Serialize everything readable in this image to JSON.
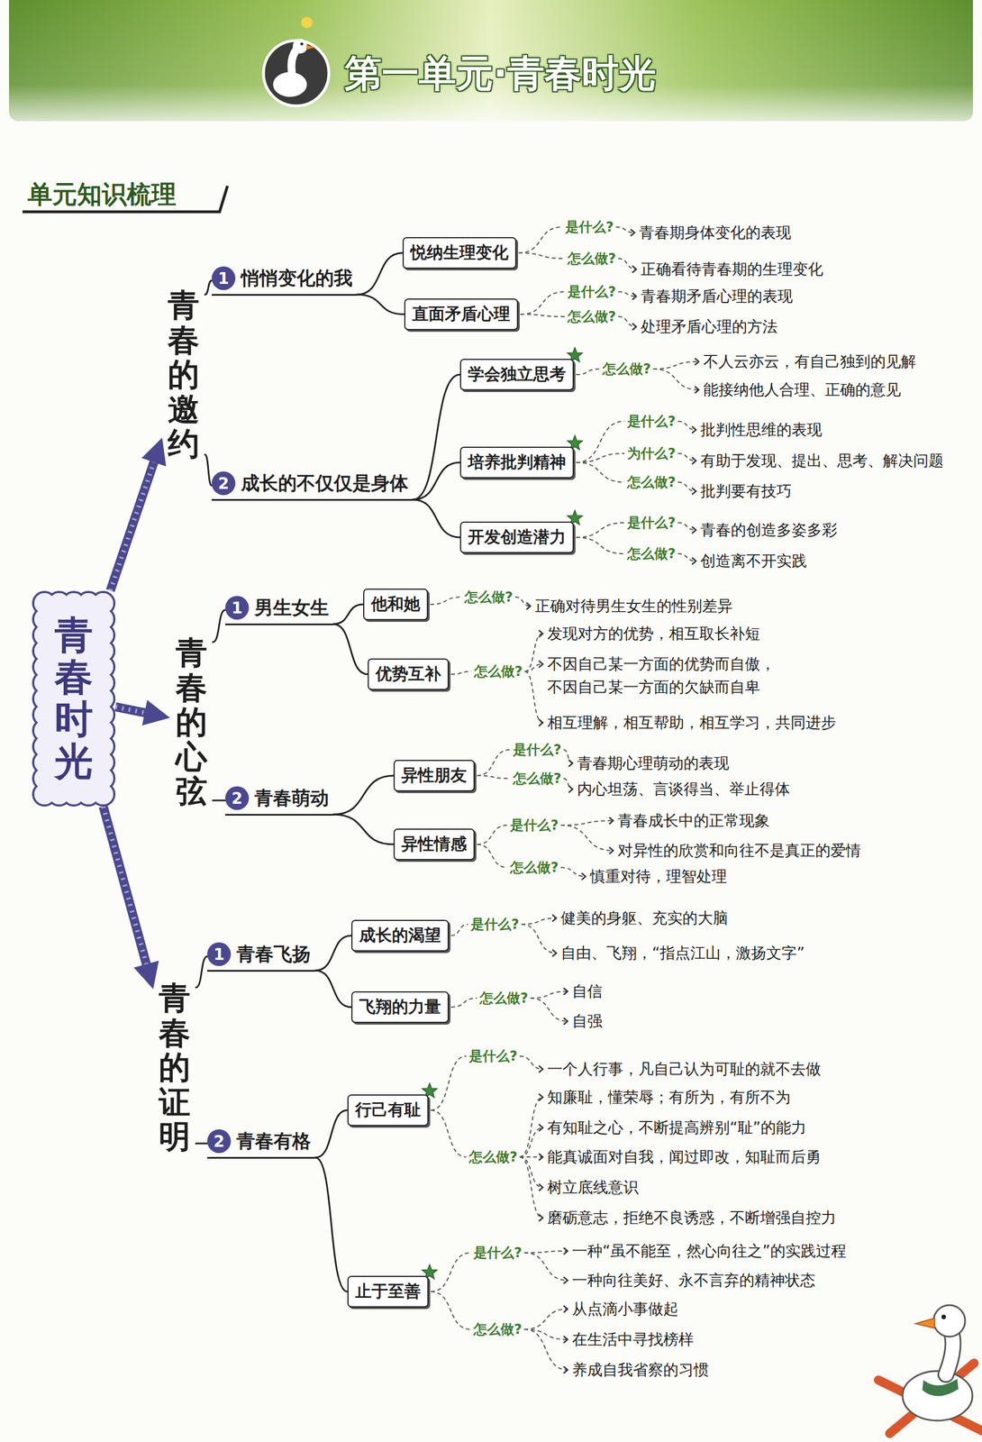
{
  "diagram": {
    "title": "第一单元·青春时光",
    "nodes": [
      {
        "text": [
          "青春时光"
        ]
      },
      {
        "text": [
          "青春的邀约"
        ]
      },
      {
        "text": [
          "1",
          "悄悄变化的我"
        ]
      },
      {
        "text": [
          "悦纳生理变化"
        ]
      },
      {
        "text": [
          "直面矛盾心理"
        ]
      },
      {
        "text": [
          "2",
          "成长的不仅仅是身体"
        ]
      },
      {
        "text": [
          "学会独立思考"
        ]
      },
      {
        "text": [
          "培养批判精神"
        ]
      },
      {
        "text": [
          "开发创造潜力"
        ]
      },
      {
        "text": [
          "青春的心弦"
        ]
      },
      {
        "text": [
          "1",
          "男生女生"
        ]
      },
      {
        "text": [
          "他和她"
        ]
      },
      {
        "text": [
          "优势互补"
        ]
      },
      {
        "text": [
          "2",
          "青春萌动"
        ]
      },
      {
        "text": [
          "异性朋友"
        ]
      },
      {
        "text": [
          "异性情感"
        ]
      },
      {
        "text": [
          "青春的证明"
        ]
      },
      {
        "text": [
          "1",
          "青春飞扬"
        ]
      },
      {
        "text": [
          "成长的渴望"
        ]
      },
      {
        "text": [
          "飞翔的力量"
        ]
      },
      {
        "text": [
          "2",
          "青春有格"
        ]
      },
      {
        "text": [
          "行己有耻"
        ]
      },
      {
        "text": [
          "止于至善"
        ]
      }
    ],
    "edges": [
      {
        "from": 0,
        "to": 1,
        "arrow": "to"
      },
      {
        "from": 0,
        "to": 9,
        "arrow": "to"
      },
      {
        "from": 0,
        "to": 16,
        "arrow": "to"
      },
      {
        "from": 1,
        "to": 2,
        "arrow": "none"
      },
      {
        "from": 1,
        "to": 5,
        "arrow": "none"
      },
      {
        "from": 2,
        "to": 3,
        "arrow": "none"
      },
      {
        "from": 2,
        "to": 4,
        "arrow": "none"
      },
      {
        "from": 5,
        "to": 6,
        "arrow": "none"
      },
      {
        "from": 5,
        "to": 7,
        "arrow": "none"
      },
      {
        "from": 5,
        "to": 8,
        "arrow": "none"
      },
      {
        "from": 9,
        "to": 10,
        "arrow": "none"
      },
      {
        "from": 9,
        "to": 13,
        "arrow": "none"
      },
      {
        "from": 10,
        "to": 11,
        "arrow": "none"
      },
      {
        "from": 10,
        "to": 12,
        "arrow": "none"
      },
      {
        "from": 13,
        "to": 14,
        "arrow": "none"
      },
      {
        "from": 13,
        "to": 15,
        "arrow": "none"
      },
      {
        "from": 16,
        "to": 17,
        "arrow": "none"
      },
      {
        "from": 16,
        "to": 20,
        "arrow": "none"
      },
      {
        "from": 17,
        "to": 18,
        "arrow": "none"
      },
      {
        "from": 17,
        "to": 19,
        "arrow": "none"
      },
      {
        "from": 20,
        "to": 21,
        "arrow": "none"
      },
      {
        "from": 20,
        "to": 22,
        "arrow": "none"
      }
    ],
    "labels": [
      "单元知识梳理",
      "是什么?",
      "青春期身体变化的表现",
      "怎么做?",
      "正确看待青春期的生理变化",
      "是什么?",
      "青春期矛盾心理的表现",
      "怎么做?",
      "处理矛盾心理的方法",
      "怎么做?",
      "不人云亦云，有自己独到的见解",
      "能接纳他人合理、正确的意见",
      "是什么?",
      "批判性思维的表现",
      "为什么?",
      "有助于发现、提出、思考、解决问题",
      "怎么做?",
      "批判要有技巧",
      "是什么?",
      "青春的创造多姿多彩",
      "怎么做?",
      "创造离不开实践",
      "怎么做?",
      "正确对待男生女生的性别差异",
      "怎么做?",
      "发现对方的优势，相互取长补短",
      "不因自己某一方面的优势而自傲，",
      "不因自己某一方面的欠缺而自卑",
      "相互理解，相互帮助，相互学习，共同进步",
      "是什么?",
      "青春期心理萌动的表现",
      "怎么做?",
      "内心坦荡、言谈得当、举止得体",
      "是什么?",
      "青春成长中的正常现象",
      "对异性的欣赏和向往不是真正的爱情",
      "怎么做?",
      "慎重对待，理智处理",
      "是什么?",
      "健美的身躯、充实的大脑",
      "自由、飞翔，“指点江山，激扬文字”",
      "怎么做?",
      "自信",
      "自强",
      "是什么?",
      "一个人行事，凡自己认为可耻的就不去做",
      "怎么做?",
      "知廉耻，懂荣辱；有所为，有所不为",
      "有知耻之心，不断提高辨别“耻”的能力",
      "能真诚面对自我，闻过即改，知耻而后勇",
      "树立底线意识",
      "磨砺意志，拒绝不良诱惑，不断增强自控力",
      "是什么?",
      "一种“虽不能至，然心向往之”的实践过程",
      "一种向往美好、永不言弃的精神状态",
      "怎么做?",
      "从点滴小事做起",
      "在生活中寻找榜样",
      "养成自我省察的习惯"
    ]
  }
}
